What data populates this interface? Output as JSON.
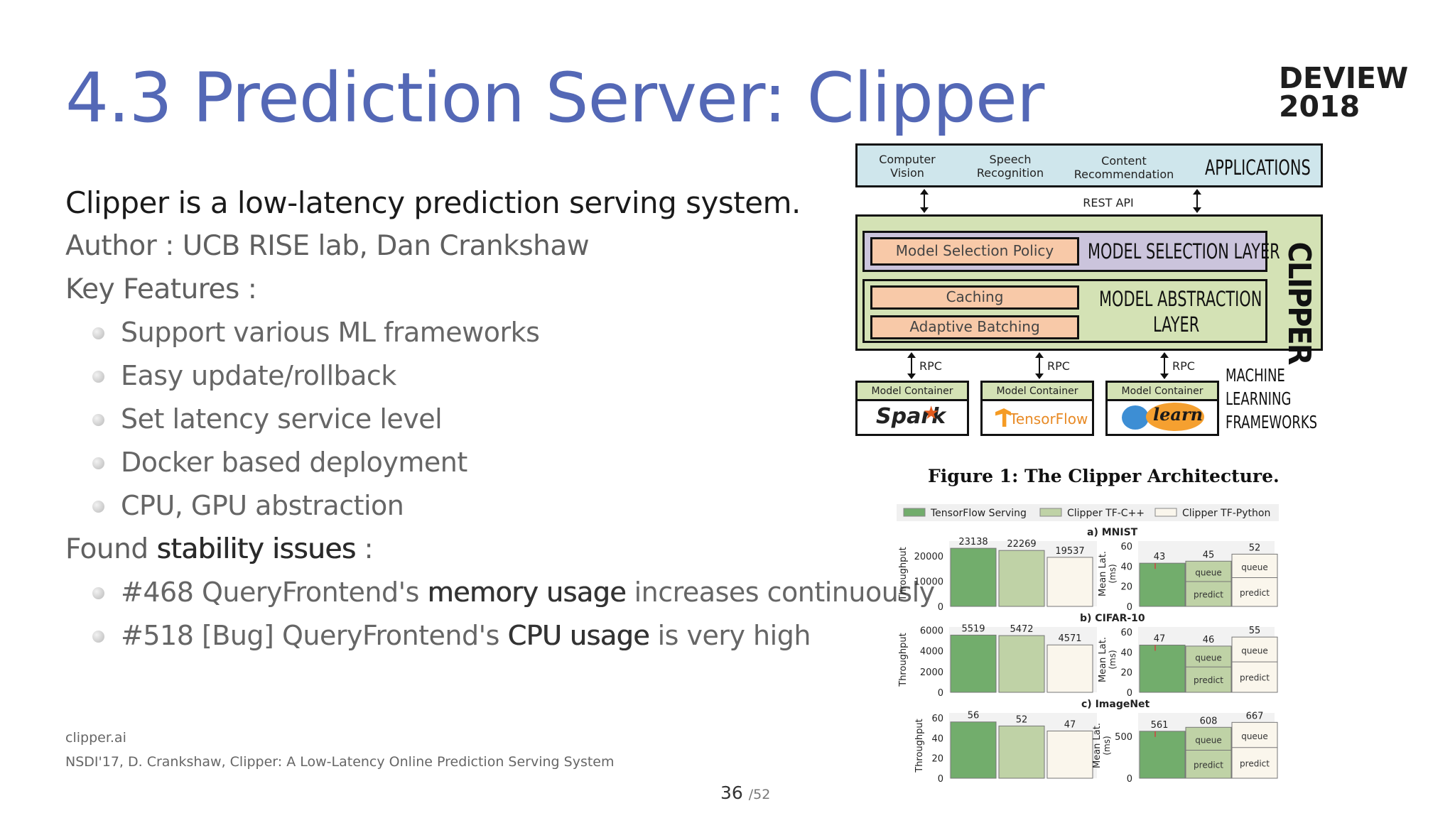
{
  "slide": {
    "title": "4.3 Prediction Server: Clipper",
    "logo": [
      "DEVIEW",
      "2018"
    ],
    "lead": "Clipper is a low-latency prediction serving system.",
    "author": "Author : UCB RISE lab, Dan Crankshaw",
    "features_heading": "Key Features :",
    "features": [
      "Support various ML frameworks",
      "Easy update/rollback",
      "Set latency service level",
      "Docker based deployment",
      "CPU, GPU abstraction"
    ],
    "issues_heading_pre": "Found ",
    "issues_heading_bold": "stability issues",
    "issues_heading_post": " :",
    "issues": [
      {
        "pre": "#468 QueryFrontend's ",
        "bold": "memory usage",
        "post": " increases continuously"
      },
      {
        "pre": "#518 [Bug] QueryFrontend's ",
        "bold": "CPU usage",
        "post": " is very high"
      }
    ],
    "refs": [
      "clipper.ai",
      "NSDI'17, D. Crankshaw, Clipper: A Low-Latency Online Prediction Serving System"
    ],
    "page_current": "36",
    "page_total": "/52"
  },
  "diagram": {
    "applications": [
      "Computer\nVision",
      "Speech\nRecognition",
      "Content\nRecommendation"
    ],
    "applications_label": "APPLICATIONS",
    "rest_api": "REST API",
    "model_selection_policy": "Model Selection Policy",
    "model_selection_layer": "MODEL SELECTION LAYER",
    "caching": "Caching",
    "adaptive_batching": "Adaptive Batching",
    "model_abstraction_layer": [
      "MODEL  ABSTRACTION",
      "LAYER"
    ],
    "clipper": "CLIPPER",
    "rpc": "RPC",
    "model_container": "Model Container",
    "frameworks": [
      "Spark",
      "TensorFlow",
      "learn"
    ],
    "ml_frameworks_label": [
      "MACHINE",
      "LEARNING",
      "FRAMEWORKS"
    ],
    "caption": "Figure 1: The Clipper Architecture.",
    "colors": {
      "apps": "#cfe6ec",
      "selection": "#cbc4dc",
      "abstraction": "#d4e2b5",
      "component": "#f8c9a8",
      "frame": "#111111"
    }
  },
  "chart_data": {
    "type": "bar",
    "legend": [
      "TensorFlow Serving",
      "Clipper TF-C++",
      "Clipper TF-Python"
    ],
    "colors": [
      "#72ad6c",
      "#bfd2a6",
      "#faf6ec"
    ],
    "stack_labels": [
      "queue",
      "predict"
    ],
    "panels": [
      {
        "name": "a) MNIST",
        "ylabel_throughput": "Throughput",
        "ylabel_latency": "Mean Lat.\n(ms)",
        "throughput": [
          23138,
          22269,
          19537
        ],
        "throughput_ticks": [
          0,
          10000,
          20000
        ],
        "throughput_max": 26000,
        "latency": [
          43,
          45,
          52
        ],
        "latency_ticks": [
          0,
          20,
          40,
          60
        ],
        "latency_max": 65
      },
      {
        "name": "b) CIFAR-10",
        "ylabel_throughput": "Throughput",
        "ylabel_latency": "Mean Lat.\n(ms)",
        "throughput": [
          5519,
          5472,
          4571
        ],
        "throughput_ticks": [
          0,
          2000,
          4000,
          6000
        ],
        "throughput_max": 6300,
        "latency": [
          47,
          46,
          55
        ],
        "latency_ticks": [
          0,
          20,
          40,
          60
        ],
        "latency_max": 65
      },
      {
        "name": "c) ImageNet",
        "ylabel_throughput": "Throughput",
        "ylabel_latency": "Mean Lat.\n(ms)",
        "throughput": [
          56,
          52,
          47
        ],
        "throughput_ticks": [
          0,
          20,
          40,
          60
        ],
        "throughput_max": 65,
        "latency": [
          561,
          608,
          667
        ],
        "latency_ticks": [
          0,
          500
        ],
        "latency_max": 780
      }
    ]
  }
}
